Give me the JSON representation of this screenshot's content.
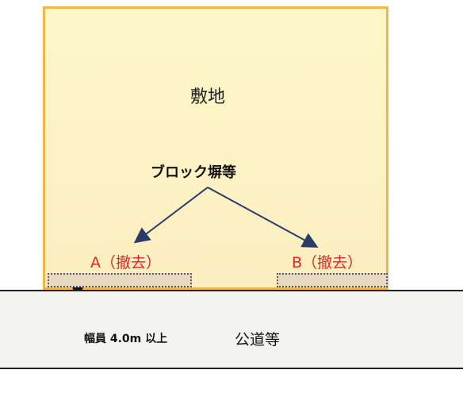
{
  "site": {
    "label": "敷地"
  },
  "block_wall": {
    "label": "ブロック塀等"
  },
  "removal": {
    "a_label": "A（撤去）",
    "b_label": "B（撤去）"
  },
  "road": {
    "label": "公道等",
    "width_label": "幅員 4.0m 以上"
  },
  "colors": {
    "site_fill": "#fdf7c8",
    "site_border": "#f2b54a",
    "removal_text": "#e3262a",
    "arrow": "#2a3a6b"
  }
}
